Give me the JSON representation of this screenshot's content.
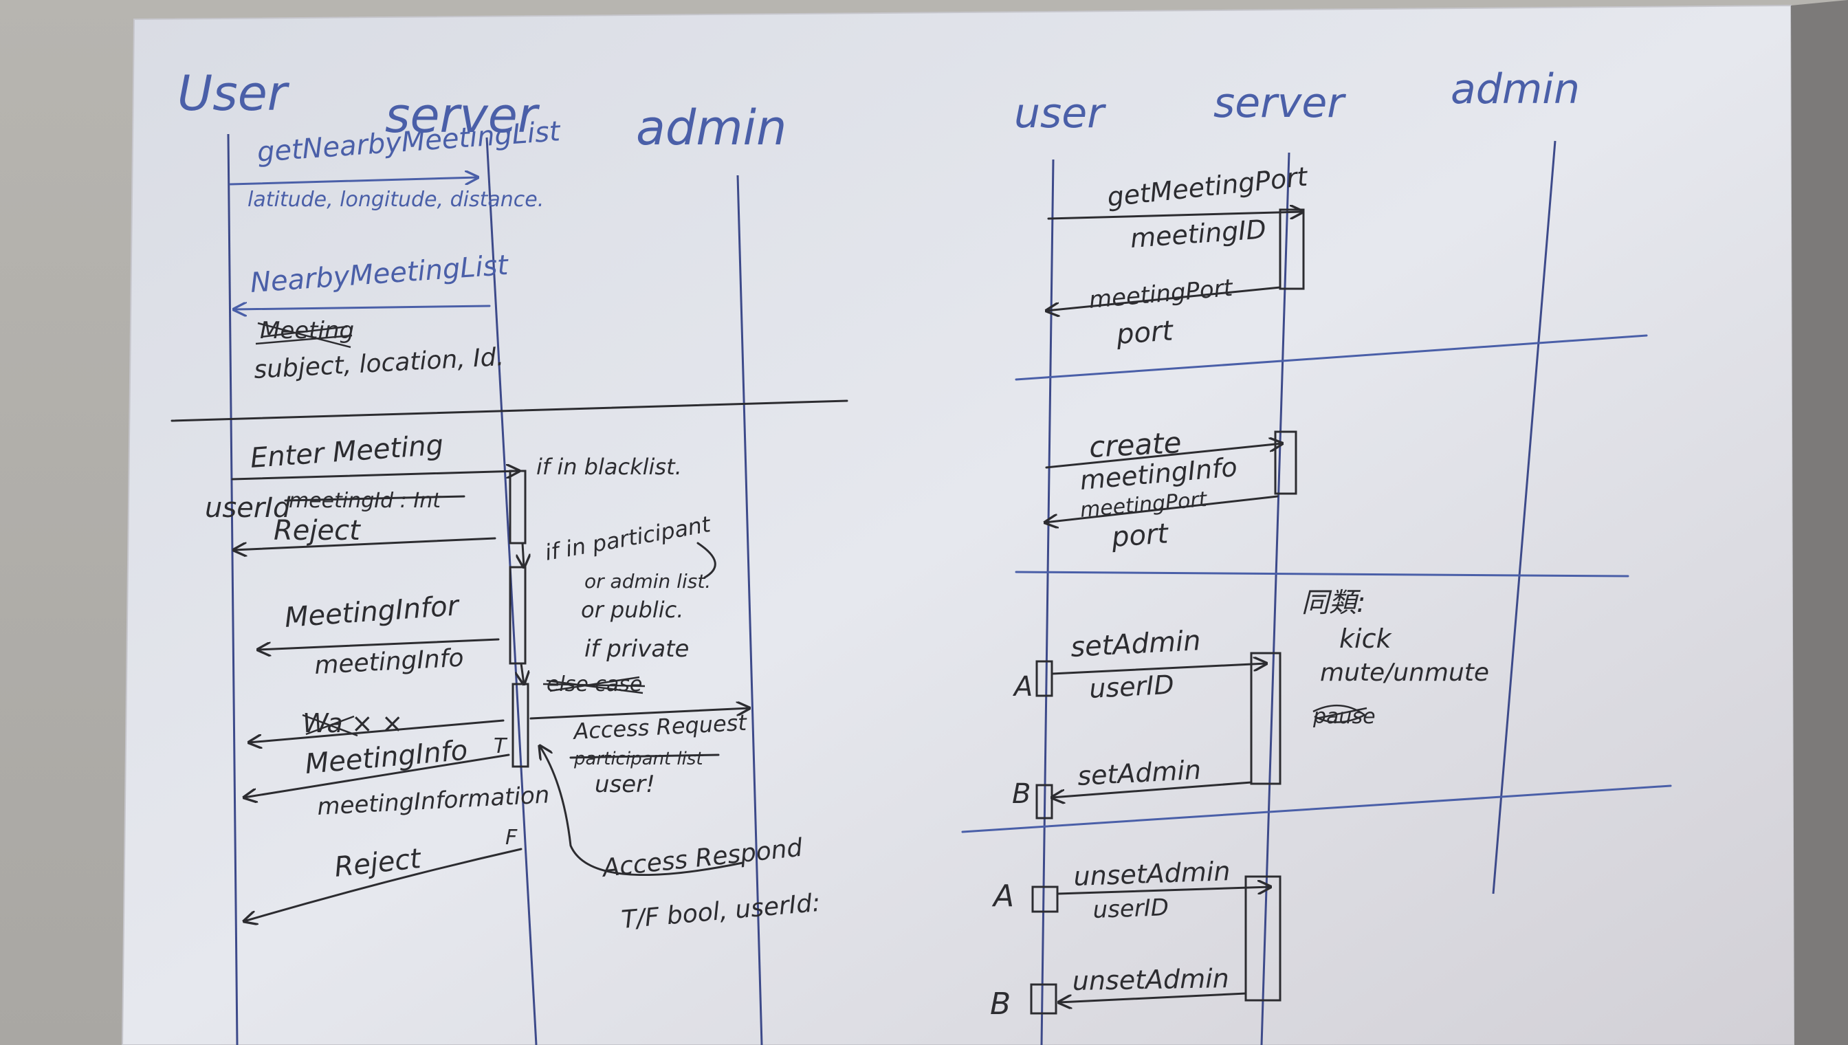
{
  "left_diagram": {
    "lifelines": {
      "user": "User",
      "server": "server",
      "admin": "admin"
    },
    "section1": {
      "request_name": "getNearbyMeetingList",
      "request_params": "latitude, longitude, distance.",
      "response_name": "NearbyMeetingList",
      "response_struck_word": "Meeting",
      "response_fields": "subject, location, Id."
    },
    "section2": {
      "enter_meeting": "Enter Meeting",
      "enter_params": "userId",
      "enter_params_struck": "meetingId : Int",
      "blacklist_note": "if in blacklist.",
      "reject_label": "Reject",
      "participant_note_1": "if in participant",
      "participant_note_2": "or admin list.",
      "participant_note_3": "or public.",
      "meeting_info_response": "MeetingInfor",
      "meeting_info_param": "meetingInfo",
      "private_note": "if private",
      "private_struck": "else case",
      "struck_response": "Wa  × ×",
      "access_request": "Access Request",
      "access_request_struck": "participant list",
      "access_request_param": "user!",
      "true_marker": "T",
      "final_meeting_info": "MeetingInfo",
      "final_meeting_info_param": "meetingInformation",
      "false_marker": "F",
      "final_reject": "Reject",
      "access_respond": "Access Respond",
      "access_respond_params": "T/F bool, userId:"
    }
  },
  "right_diagram": {
    "lifelines": {
      "user": "user",
      "server": "server",
      "admin": "admin"
    },
    "section1": {
      "request_name": "getMeetingPort",
      "request_param": "meetingID",
      "response_name": "meetingPort",
      "response_param": "port"
    },
    "section2": {
      "request_name": "create",
      "request_param": "meetingInfo",
      "response_name": "meetingPort",
      "response_param": "port"
    },
    "section3": {
      "actor_a": "A",
      "actor_b": "B",
      "request_name": "setAdmin",
      "request_param": "userID",
      "notify_name": "setAdmin",
      "similar_note": "同類:",
      "note_kick": "kick",
      "note_mute": "mute/unmute",
      "note_struck": "pause"
    },
    "section4": {
      "actor_a": "A",
      "actor_b": "B",
      "request_name": "unsetAdmin",
      "request_param": "userID",
      "notify_name": "unsetAdmin"
    }
  }
}
